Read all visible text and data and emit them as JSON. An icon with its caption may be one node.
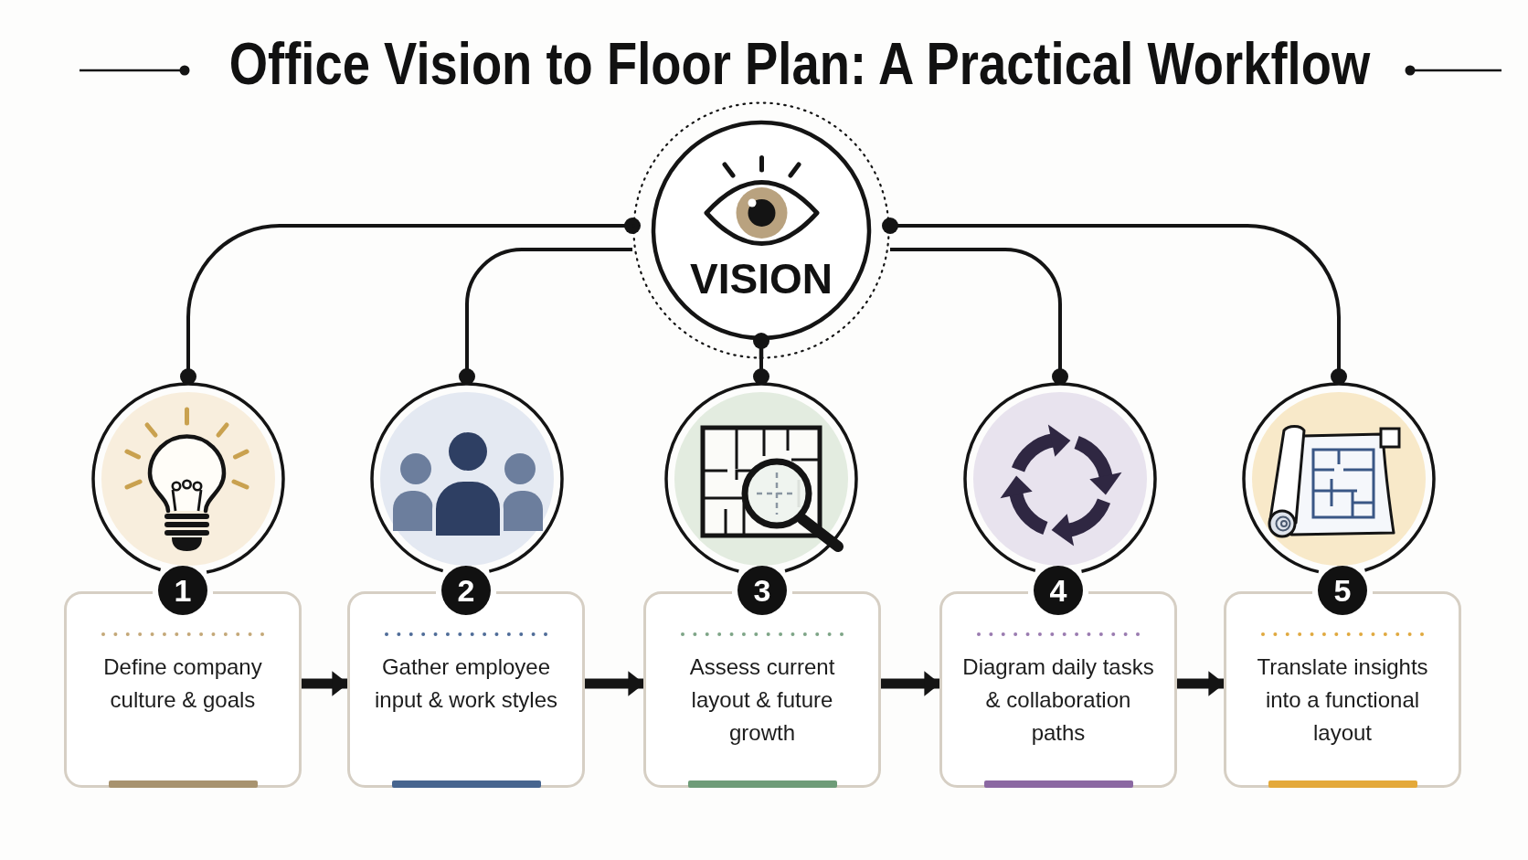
{
  "diagram": {
    "title": "Office Vision to Floor Plan: A Practical Workflow",
    "nodes": [
      {
        "text": [
          "VISION"
        ]
      },
      {
        "text": [],
        "shape": "circle"
      },
      {
        "text": [],
        "shape": "circle"
      },
      {
        "text": [],
        "shape": "circle"
      },
      {
        "text": [],
        "shape": "circle"
      },
      {
        "text": [],
        "shape": "circle"
      },
      {
        "text": [
          "1",
          "Define company culture & goals"
        ]
      },
      {
        "text": [
          "2",
          "Gather employee input & work styles"
        ]
      },
      {
        "text": [
          "3",
          "Assess current layout & future growth"
        ]
      },
      {
        "text": [
          "4",
          "Diagram daily tasks & collaboration paths"
        ]
      },
      {
        "text": [
          "5",
          "Translate insights into a functional layout"
        ]
      }
    ],
    "edges": [
      {
        "from": 0,
        "to": 1,
        "arrow": "other"
      },
      {
        "from": 0,
        "to": 2,
        "arrow": "other"
      },
      {
        "from": 0,
        "to": 3,
        "arrow": "other"
      },
      {
        "from": 0,
        "to": 4,
        "arrow": "other"
      },
      {
        "from": 0,
        "to": 5,
        "arrow": "other"
      },
      {
        "from": 6,
        "to": 7,
        "arrow": "to",
        "style": "thick"
      },
      {
        "from": 7,
        "to": 8,
        "arrow": "to",
        "style": "thick"
      },
      {
        "from": 8,
        "to": 9,
        "arrow": "to",
        "style": "thick"
      },
      {
        "from": 9,
        "to": 10,
        "arrow": "to",
        "style": "thick"
      }
    ]
  }
}
